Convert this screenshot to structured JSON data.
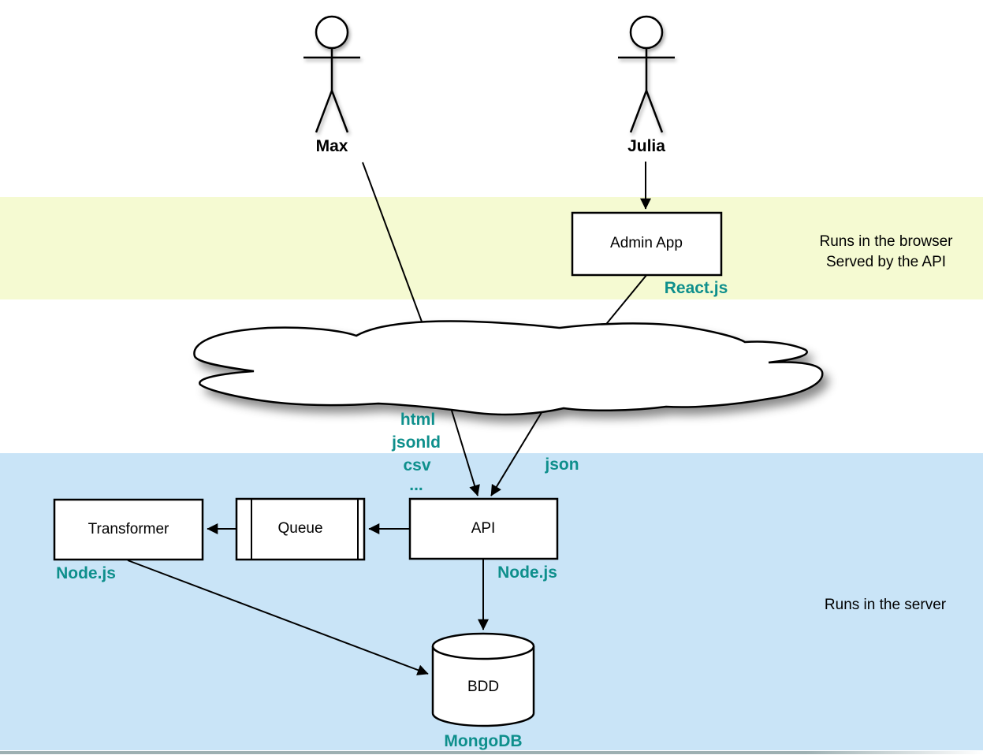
{
  "diagram": {
    "actors": {
      "left": "Max",
      "right": "Julia"
    },
    "browser_zone": {
      "note_line1": "Runs in the browser",
      "note_line2": "Served by the API"
    },
    "server_zone": {
      "note": "Runs in the server"
    },
    "nodes": {
      "admin_app": {
        "label": "Admin App",
        "tech": "React.js"
      },
      "api": {
        "label": "API",
        "tech": "Node.js"
      },
      "queue": {
        "label": "Queue"
      },
      "transformer": {
        "label": "Transformer",
        "tech": "Node.js"
      },
      "database": {
        "label": "BDD",
        "tech": "MongoDB"
      }
    },
    "edge_labels": {
      "formats_to_api": [
        "html",
        "jsonld",
        "csv",
        "..."
      ],
      "admin_to_api": "json"
    },
    "colors": {
      "browser_band": "#f5fad2",
      "server_band": "#c9e4f7",
      "tech_text": "#0e8f8c"
    }
  }
}
